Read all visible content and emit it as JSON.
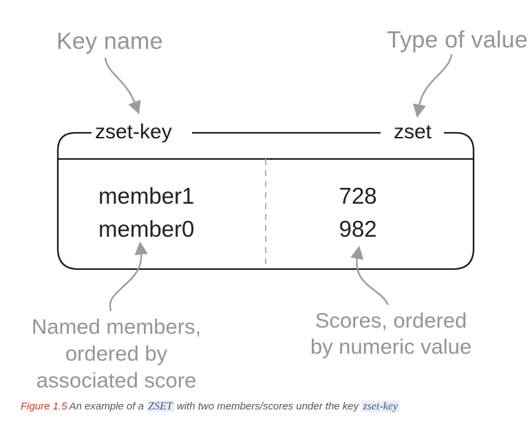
{
  "annotations": {
    "key_name": "Key name",
    "type_of_value": "Type of value",
    "members_note": [
      "Named members,",
      "ordered by",
      "associated score"
    ],
    "scores_note": [
      "Scores, ordered",
      "by numeric value"
    ]
  },
  "structure": {
    "key_label": "zset-key",
    "type_label": "zset",
    "rows": [
      {
        "member": "member1",
        "score": "728"
      },
      {
        "member": "member0",
        "score": "982"
      }
    ]
  },
  "caption": {
    "figure_label": "Figure 1.5",
    "segments": [
      {
        "text": "An example of a ",
        "style": "plain"
      },
      {
        "text": "ZSET",
        "style": "code"
      },
      {
        "text": " with two members/scores under the key ",
        "style": "plain"
      },
      {
        "text": "zset-key",
        "style": "code"
      }
    ]
  },
  "colors": {
    "annotation_gray": "#949494",
    "arrow_gray": "#9c9c9c",
    "box_border": "#1b1b1b",
    "dashed_divider": "#b0b0b0",
    "caption_red": "#c03a2a",
    "caption_gray": "#50585c",
    "code_blue": "#3a5a80",
    "code_background": "#e9eef6"
  }
}
